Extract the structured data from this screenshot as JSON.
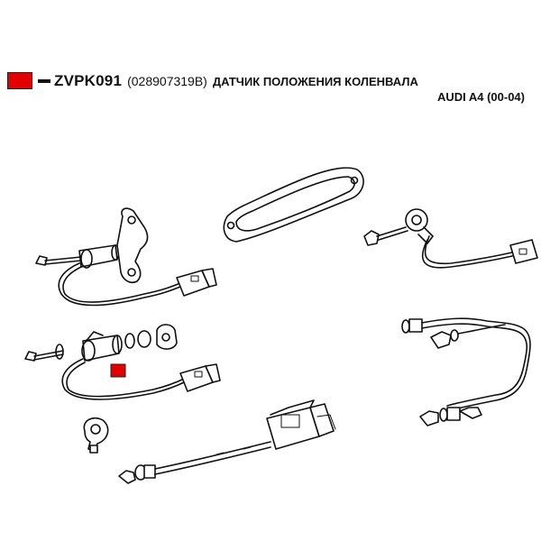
{
  "header": {
    "part_code": "ZVPK091",
    "oem_number": "(028907319B)",
    "part_name": "ДАТЧИК ПОЛОЖЕНИЯ КОЛЕНВАЛА",
    "vehicle": "AUDI A4 (00-04)"
  },
  "colors": {
    "marker": "#e30000",
    "line": "#111111",
    "background": "#ffffff"
  }
}
